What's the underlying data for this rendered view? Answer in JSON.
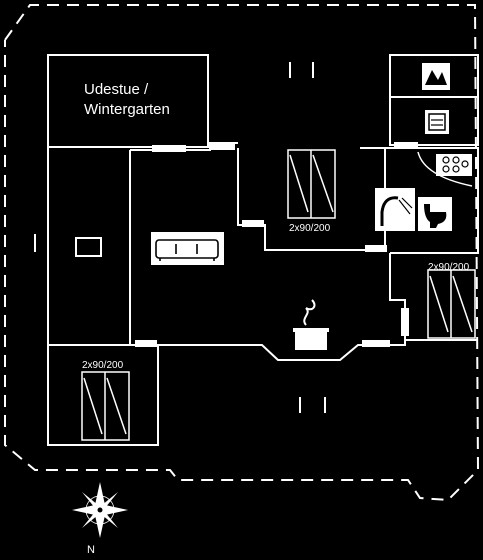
{
  "rooms": {
    "conservatory": {
      "line1": "Udestue /",
      "line2": "Wintergarten"
    },
    "bedroom_center": {
      "bed_label": "2x90/200"
    },
    "bedroom_right": {
      "bed_label": "2x90/200"
    },
    "bedroom_bottom": {
      "bed_label": "2x90/200"
    }
  },
  "compass": {
    "north_label": "N"
  },
  "icons": {
    "sofa": "sofa-icon",
    "stove": "stove-icon",
    "shower": "shower-icon",
    "toilet": "toilet-icon",
    "washing_machine": "washing-machine-icon",
    "dishwasher": "dishwasher-icon",
    "hob": "hob-icon",
    "compass": "compass-rose-icon"
  },
  "colors": {
    "background": "#000000",
    "lines": "#ffffff"
  }
}
